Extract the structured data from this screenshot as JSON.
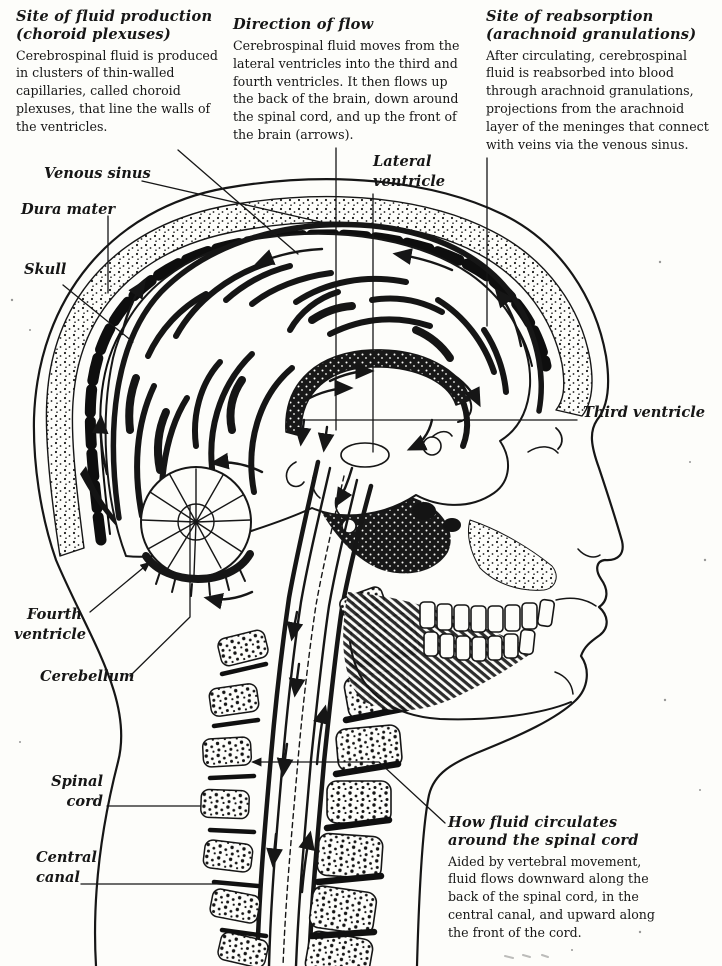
{
  "figure": {
    "description": "Cerebrospinal fluid circulation diagram - sagittal section of human head and spine"
  },
  "text_blocks": {
    "production": {
      "heading1": "Site of fluid production",
      "heading2": "(choroid plexuses)",
      "body": "Cerebrospinal fluid is produced in clusters of thin-walled capillaries, called choroid plexuses, that line the walls of the ventricles."
    },
    "flow": {
      "heading1": "Direction of flow",
      "body": "Cerebrospinal fluid moves from the lateral ventricles into the third and fourth ventricles. It then flows up the back of the brain, down around the spinal cord, and up the front of the brain (arrows)."
    },
    "reabsorption": {
      "heading1": "Site of reabsorption",
      "heading2": "(arachnoid granulations)",
      "body": "After circulating, cerebrospinal fluid is reabsorbed into blood through arachnoid granulations, projections from the arachnoid layer of the meninges that connect with veins via the venous sinus."
    },
    "spinal_circulation": {
      "heading1": "How fluid circulates",
      "heading2": "around the spinal cord",
      "body": "Aided by vertebral movement, fluid flows downward along the back of the spinal cord, in the central canal, and upward along the front of the cord."
    }
  },
  "part_labels": {
    "venous_sinus": "Venous sinus",
    "dura_mater": "Dura mater",
    "skull": "Skull",
    "lateral_ventricle_1": "Lateral",
    "lateral_ventricle_2": "ventricle",
    "third_ventricle": "Third ventricle",
    "fourth_ventricle_1": "Fourth",
    "fourth_ventricle_2": "ventricle",
    "cerebellum": "Cerebellum",
    "spinal_cord_1": "Spinal",
    "spinal_cord_2": "cord",
    "central_canal_1": "Central",
    "central_canal_2": "canal"
  },
  "colors": {
    "ink": "#161616",
    "paper": "#fdfdfa"
  }
}
